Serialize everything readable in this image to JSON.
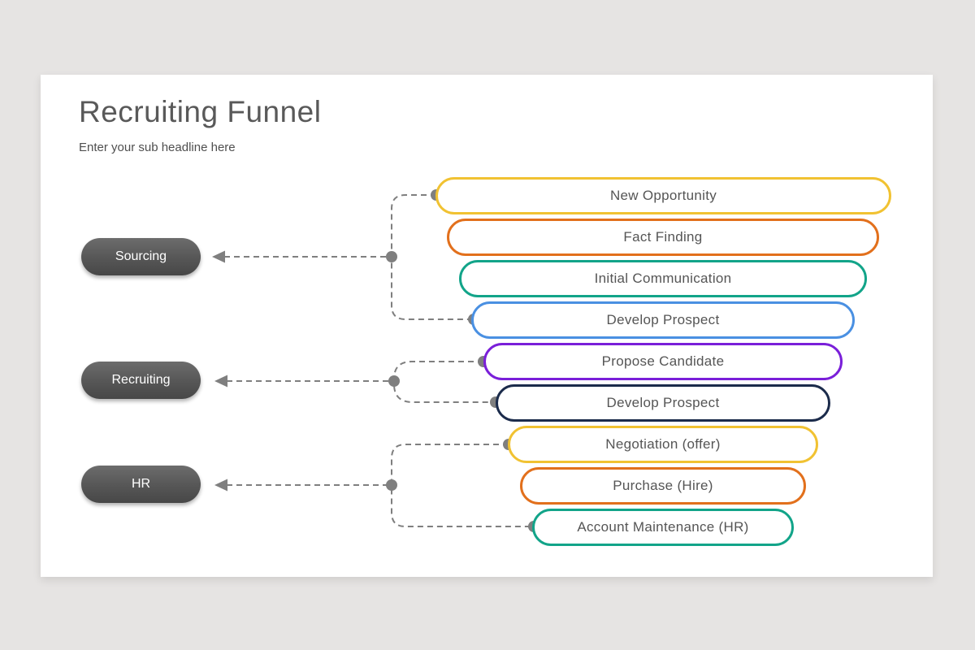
{
  "canvas": {
    "background": "#e6e4e3",
    "card_background": "#ffffff",
    "connector_color": "#7f7f7f"
  },
  "header": {
    "title": "Recruiting Funnel",
    "subtitle": "Enter your sub headline here"
  },
  "groups": [
    {
      "label": "Sourcing"
    },
    {
      "label": "Recruiting"
    },
    {
      "label": "HR"
    }
  ],
  "stages": [
    {
      "label": "New Opportunity",
      "color": "#f1c232",
      "group": "Sourcing"
    },
    {
      "label": "Fact Finding",
      "color": "#e2701c",
      "group": "Sourcing"
    },
    {
      "label": "Initial Communication",
      "color": "#12a489",
      "group": "Sourcing"
    },
    {
      "label": "Develop Prospect",
      "color": "#4a90e2",
      "group": "Sourcing"
    },
    {
      "label": "Propose Candidate",
      "color": "#7a1fd9",
      "group": "Recruiting"
    },
    {
      "label": "Develop Prospect",
      "color": "#1b2b4b",
      "group": "Recruiting"
    },
    {
      "label": "Negotiation (offer)",
      "color": "#f1c232",
      "group": "HR"
    },
    {
      "label": "Purchase (Hire)",
      "color": "#e2701c",
      "group": "HR"
    },
    {
      "label": "Account Maintenance (HR)",
      "color": "#12a489",
      "group": "HR"
    }
  ]
}
